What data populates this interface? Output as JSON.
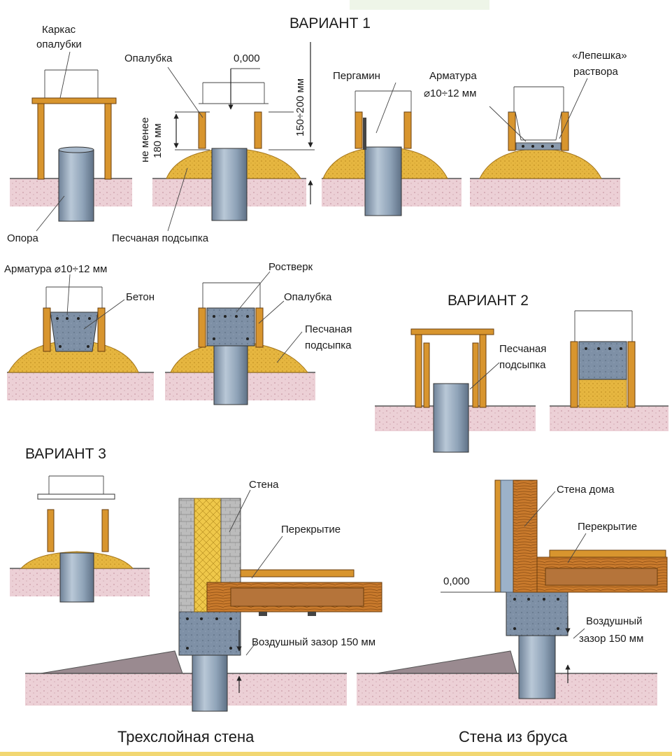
{
  "headers": {
    "variant1": "ВАРИАНТ 1",
    "variant2": "ВАРИАНТ 2",
    "variant3": "ВАРИАНТ 3"
  },
  "labels": {
    "formwork_frame_1": "Каркас",
    "formwork_frame_2": "опалубки",
    "formwork": "Опалубка",
    "level_zero": "0,000",
    "height_range": "150÷200 мм",
    "min_1": "не менее",
    "min_2": "180 мм",
    "pergamin": "Пергамин",
    "rebar_1": "Арматура",
    "rebar_2": "⌀10÷12 мм",
    "mortar_1": "«Лепешка»",
    "mortar_2": "раствора",
    "support": "Опора",
    "sand_fill": "Песчаная подсыпка",
    "rebar_row2": "Арматура ⌀10÷12 мм",
    "concrete": "Бетон",
    "grillage": "Ростверк",
    "formwork_row2": "Опалубка",
    "sand_row2_1": "Песчаная",
    "sand_row2_2": "подсыпка",
    "sand_v2_1": "Песчаная",
    "sand_v2_2": "подсыпка",
    "wall": "Стена",
    "floor_left": "Перекрытие",
    "air_gap_left": "Воздушный зазор 150 мм",
    "house_wall": "Стена дома",
    "floor_right": "Перекрытие",
    "level_zero_right": "0,000",
    "air_gap_right_1": "Воздушный",
    "air_gap_right_2": "зазор 150 мм"
  },
  "captions": {
    "three_layer_wall": "Трехслойная стена",
    "timber_wall": "Стена из бруса"
  },
  "colors": {
    "pile": "#8fa3b8",
    "sand": "#e6b640",
    "soil": "#e8c3cc",
    "wood": "#d8952e",
    "concrete": "#7e90a6",
    "insulation": "#efc84a",
    "brick": "#b9b9b9"
  }
}
